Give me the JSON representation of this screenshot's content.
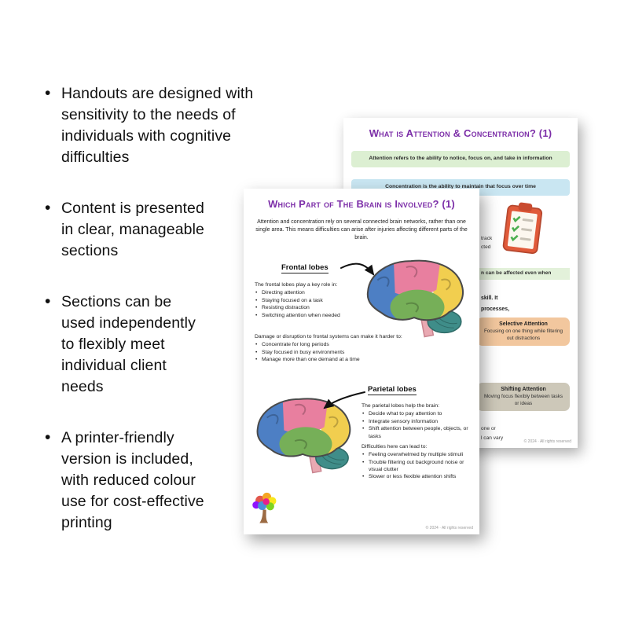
{
  "left_panel": {
    "bullets": [
      "Handouts are designed with sensitivity to the needs of individuals with cognitive difficulties",
      "Content is presented in clear, manageable sections",
      "Sections can be used independently to flexibly meet individual client needs",
      "A printer-friendly version is included, with reduced colour use for cost-effective printing"
    ]
  },
  "attention_page": {
    "title": "What is Attention & Concentration? (1)",
    "definition_attention": "Attention refers to the ability to notice, focus on, and take in information",
    "definition_concentration": "Concentration is the ability to maintain that focus over time",
    "visible_fragments": {
      "line1": "track",
      "line2": "cted",
      "band": "n can be affected even when",
      "bold1": "skill. It",
      "bold2": "processes,",
      "tail1": "one or",
      "tail2": "l can vary"
    },
    "selective_attention": {
      "title": "Selective Attention",
      "body": "Focusing on one thing while filtering out distractions"
    },
    "shifting_attention": {
      "title": "Shifting Attention",
      "body": "Moving focus flexibly between tasks or ideas"
    },
    "footer": "© 2024 · All rights reserved",
    "icons": {
      "clipboard": "clipboard-checklist-icon"
    }
  },
  "brain_page": {
    "title": "Which Part of The Brain is Involved? (1)",
    "intro": "Attention and concentration rely on several connected brain networks, rather than one single area. This means difficulties can arise after injuries affecting different parts of the brain.",
    "frontal_label": "Frontal lobes",
    "frontal_intro": "The frontal lobes play a key role in:",
    "frontal_roles": [
      "Directing attention",
      "Staying focused on a task",
      "Resisting distraction",
      "Switching attention when needed"
    ],
    "damage_intro": "Damage or disruption to frontal systems can make it harder to:",
    "damage_effects": [
      "Concentrate for long periods",
      "Stay focused in busy environments",
      "Manage more than one demand at a time"
    ],
    "parietal_label": "Parietal lobes",
    "parietal_intro": "The parietal lobes help the brain:",
    "parietal_roles": [
      "Decide what to pay attention to",
      "Integrate sensory information",
      "Shift attention between people, objects, or tasks"
    ],
    "difficulties_intro": "Difficulties here can lead to:",
    "difficulties": [
      "Feeling overwhelmed by multiple stimuli",
      "Trouble filtering out background noise or visual clutter",
      "Slower or less flexible attention shifts"
    ],
    "footer": "© 2024 · All rights reserved"
  },
  "colors": {
    "heading_purple": "#7C2EA8",
    "attention_green": "#DCEFD2",
    "concentration_blue": "#C9E6F2",
    "band_green": "#E3F1DA",
    "selective_peach": "#F2C79E",
    "shifting_gray": "#CDC8B9"
  }
}
